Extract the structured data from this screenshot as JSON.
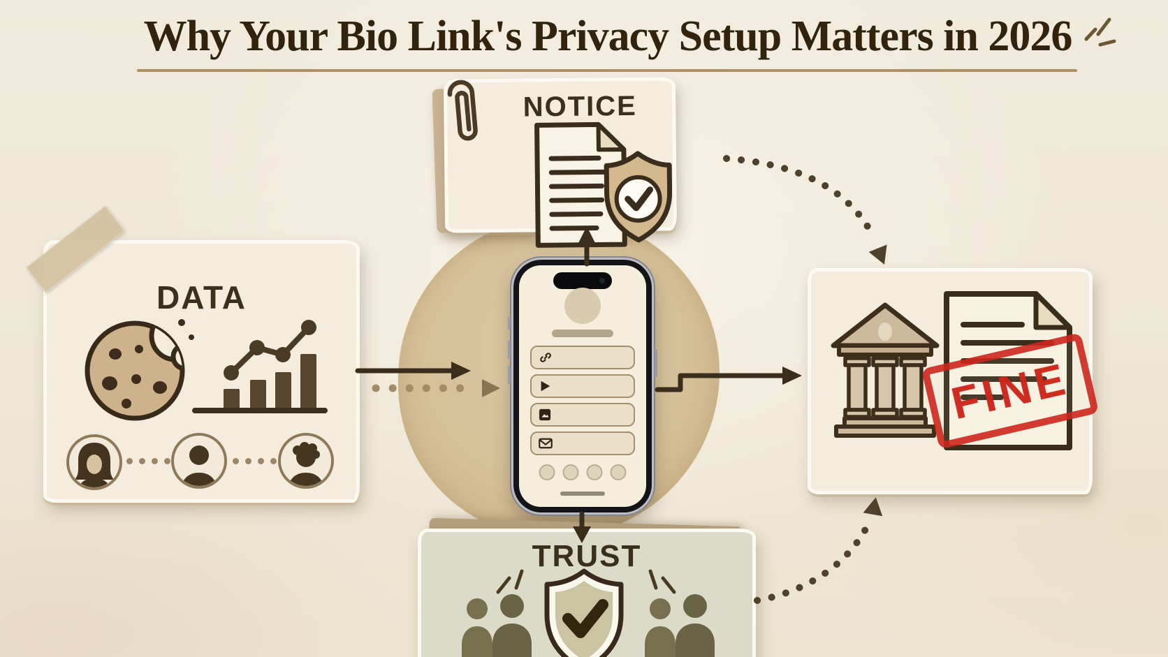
{
  "header": {
    "title": "Why Your Bio Link's Privacy Setup Matters in 2026"
  },
  "sections": {
    "notice": {
      "label": "NOTICE",
      "icons": [
        "paperclip-icon",
        "document-icon",
        "shield-check-icon"
      ]
    },
    "data": {
      "label": "DATA",
      "icons": [
        "cookie-icon",
        "growth-chart-icon",
        "woman-avatar-icon",
        "man-avatar-icon",
        "curly-avatar-icon"
      ]
    },
    "penalty": {
      "stamp_label": "FINE",
      "icons": [
        "bank-icon",
        "fined-document-icon"
      ]
    },
    "trust": {
      "label": "TRUST",
      "icons": [
        "shield-check-icon",
        "people-group-icon"
      ]
    }
  },
  "phone": {
    "elements": [
      "avatar",
      "display-name-bar",
      "link-buttons",
      "social-dots",
      "home-indicator"
    ],
    "link_rows": [
      {
        "icon": "link-icon"
      },
      {
        "icon": "play-icon"
      },
      {
        "icon": "image-icon"
      },
      {
        "icon": "mail-icon"
      }
    ],
    "social_dot_count": 4
  },
  "colors": {
    "background": "#f1ebdd",
    "ink": "#3a2d1b",
    "tan_accent": "#cdb392",
    "notice_backing": "#c9b394",
    "trust_paper": "#dcdbc9",
    "people_olive": "#76704e",
    "fine_red": "#cd261c",
    "paper": "#f4edde"
  }
}
